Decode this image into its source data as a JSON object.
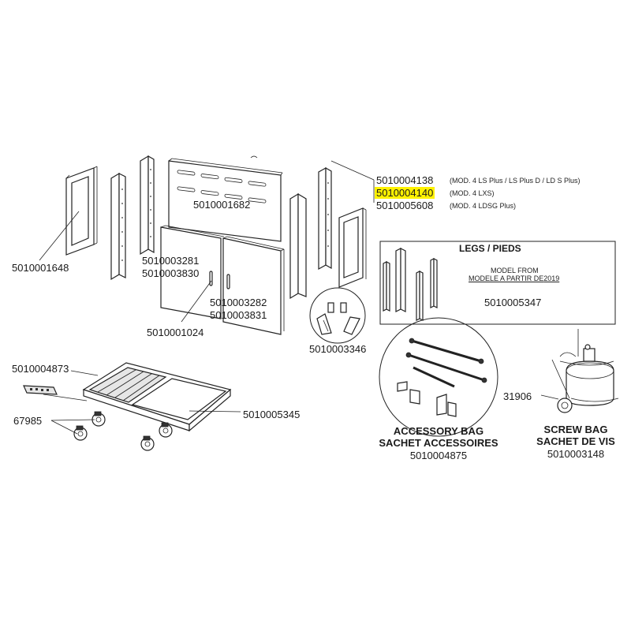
{
  "parts": {
    "side_panel_left": "5010001648",
    "back_panel": "5010001682",
    "door_left_a": "5010003281",
    "door_left_b": "5010003830",
    "door_right_a": "5010003282",
    "door_right_b": "5010003831",
    "handle": "5010001024",
    "brackets": "5010003346",
    "side_panel_variants": [
      {
        "code": "5010004138",
        "model": "(MOD. 4 LS Plus / LS Plus D / LD S Plus)",
        "highlight": false
      },
      {
        "code": "5010004140",
        "model": "(MOD. 4 LXS)",
        "highlight": true
      },
      {
        "code": "5010005608",
        "model": "(MOD. 4 LDSG Plus)",
        "highlight": false
      }
    ],
    "tray_small": "5010004873",
    "casters": "67985",
    "bottom_frame": "5010005345",
    "gas_hose": "31906"
  },
  "legs_box": {
    "title": "LEGS / PIEDS",
    "note_line1": "MODEL FROM",
    "note_line2": "MODELE A PARTIR DE",
    "note_year": "2019",
    "code": "5010005347"
  },
  "accessory_bag": {
    "line1": "ACCESSORY BAG",
    "line2": "SACHET ACCESSOIRES",
    "code": "5010004875"
  },
  "screw_bag": {
    "line1": "SCREW BAG",
    "line2": "SACHET DE VIS",
    "code": "5010003148"
  },
  "colors": {
    "highlight": "#fff200",
    "line": "#222222"
  }
}
